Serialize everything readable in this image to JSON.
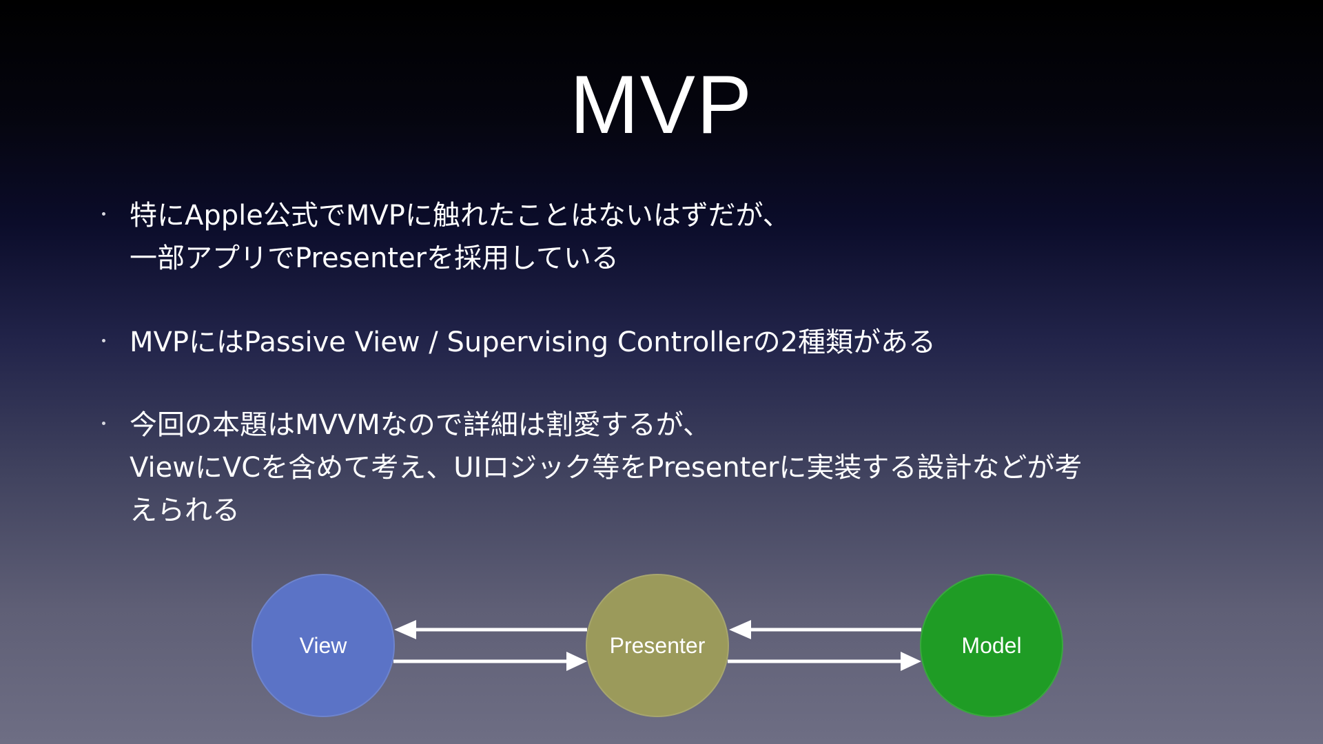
{
  "slide": {
    "title": "MVP",
    "bullets": [
      {
        "lines": [
          "特にApple公式でMVPに触れたことはないはずだが、",
          "一部アプリでPresenterを採用している"
        ]
      },
      {
        "lines": [
          "MVPにはPassive View / Supervising Controllerの2種類がある"
        ]
      },
      {
        "lines": [
          "今回の本題はMVVMなので詳細は割愛するが、",
          "ViewにVCを含めて考え、UIロジック等をPresenterに実装する設計などが考",
          "えられる"
        ]
      }
    ]
  },
  "diagram": {
    "nodes": [
      {
        "label": "View",
        "color": "#5b73c6"
      },
      {
        "label": "Presenter",
        "color": "#9b9a5b"
      },
      {
        "label": "Model",
        "color": "#1f9c25"
      }
    ],
    "arrow_color": "#ffffff"
  }
}
